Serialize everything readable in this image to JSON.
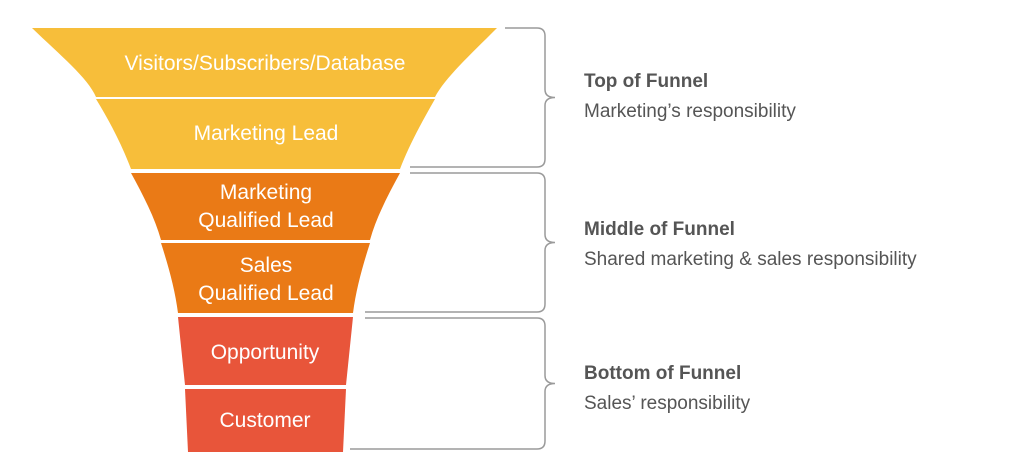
{
  "funnel": {
    "segments": [
      {
        "lines": [
          "Visitors/Subscribers/Database"
        ],
        "color": "#f7be3a"
      },
      {
        "lines": [
          "Marketing Lead"
        ],
        "color": "#f7be3a"
      },
      {
        "lines": [
          "Marketing",
          "Qualified Lead"
        ],
        "color": "#ea7a16"
      },
      {
        "lines": [
          "Sales",
          "Qualified Lead"
        ],
        "color": "#ea7a16"
      },
      {
        "lines": [
          "Opportunity"
        ],
        "color": "#e8553a"
      },
      {
        "lines": [
          "Customer"
        ],
        "color": "#e8553a"
      }
    ]
  },
  "stages": [
    {
      "title": "Top of Funnel",
      "description": "Marketing’s responsibility"
    },
    {
      "title": "Middle of Funnel",
      "description": "Shared marketing & sales responsibility"
    },
    {
      "title": "Bottom of Funnel",
      "description": "Sales’ responsibility"
    }
  ],
  "colors": {
    "bracket": "#9a9a9a",
    "text": "#555555",
    "label": "#ffffff"
  }
}
